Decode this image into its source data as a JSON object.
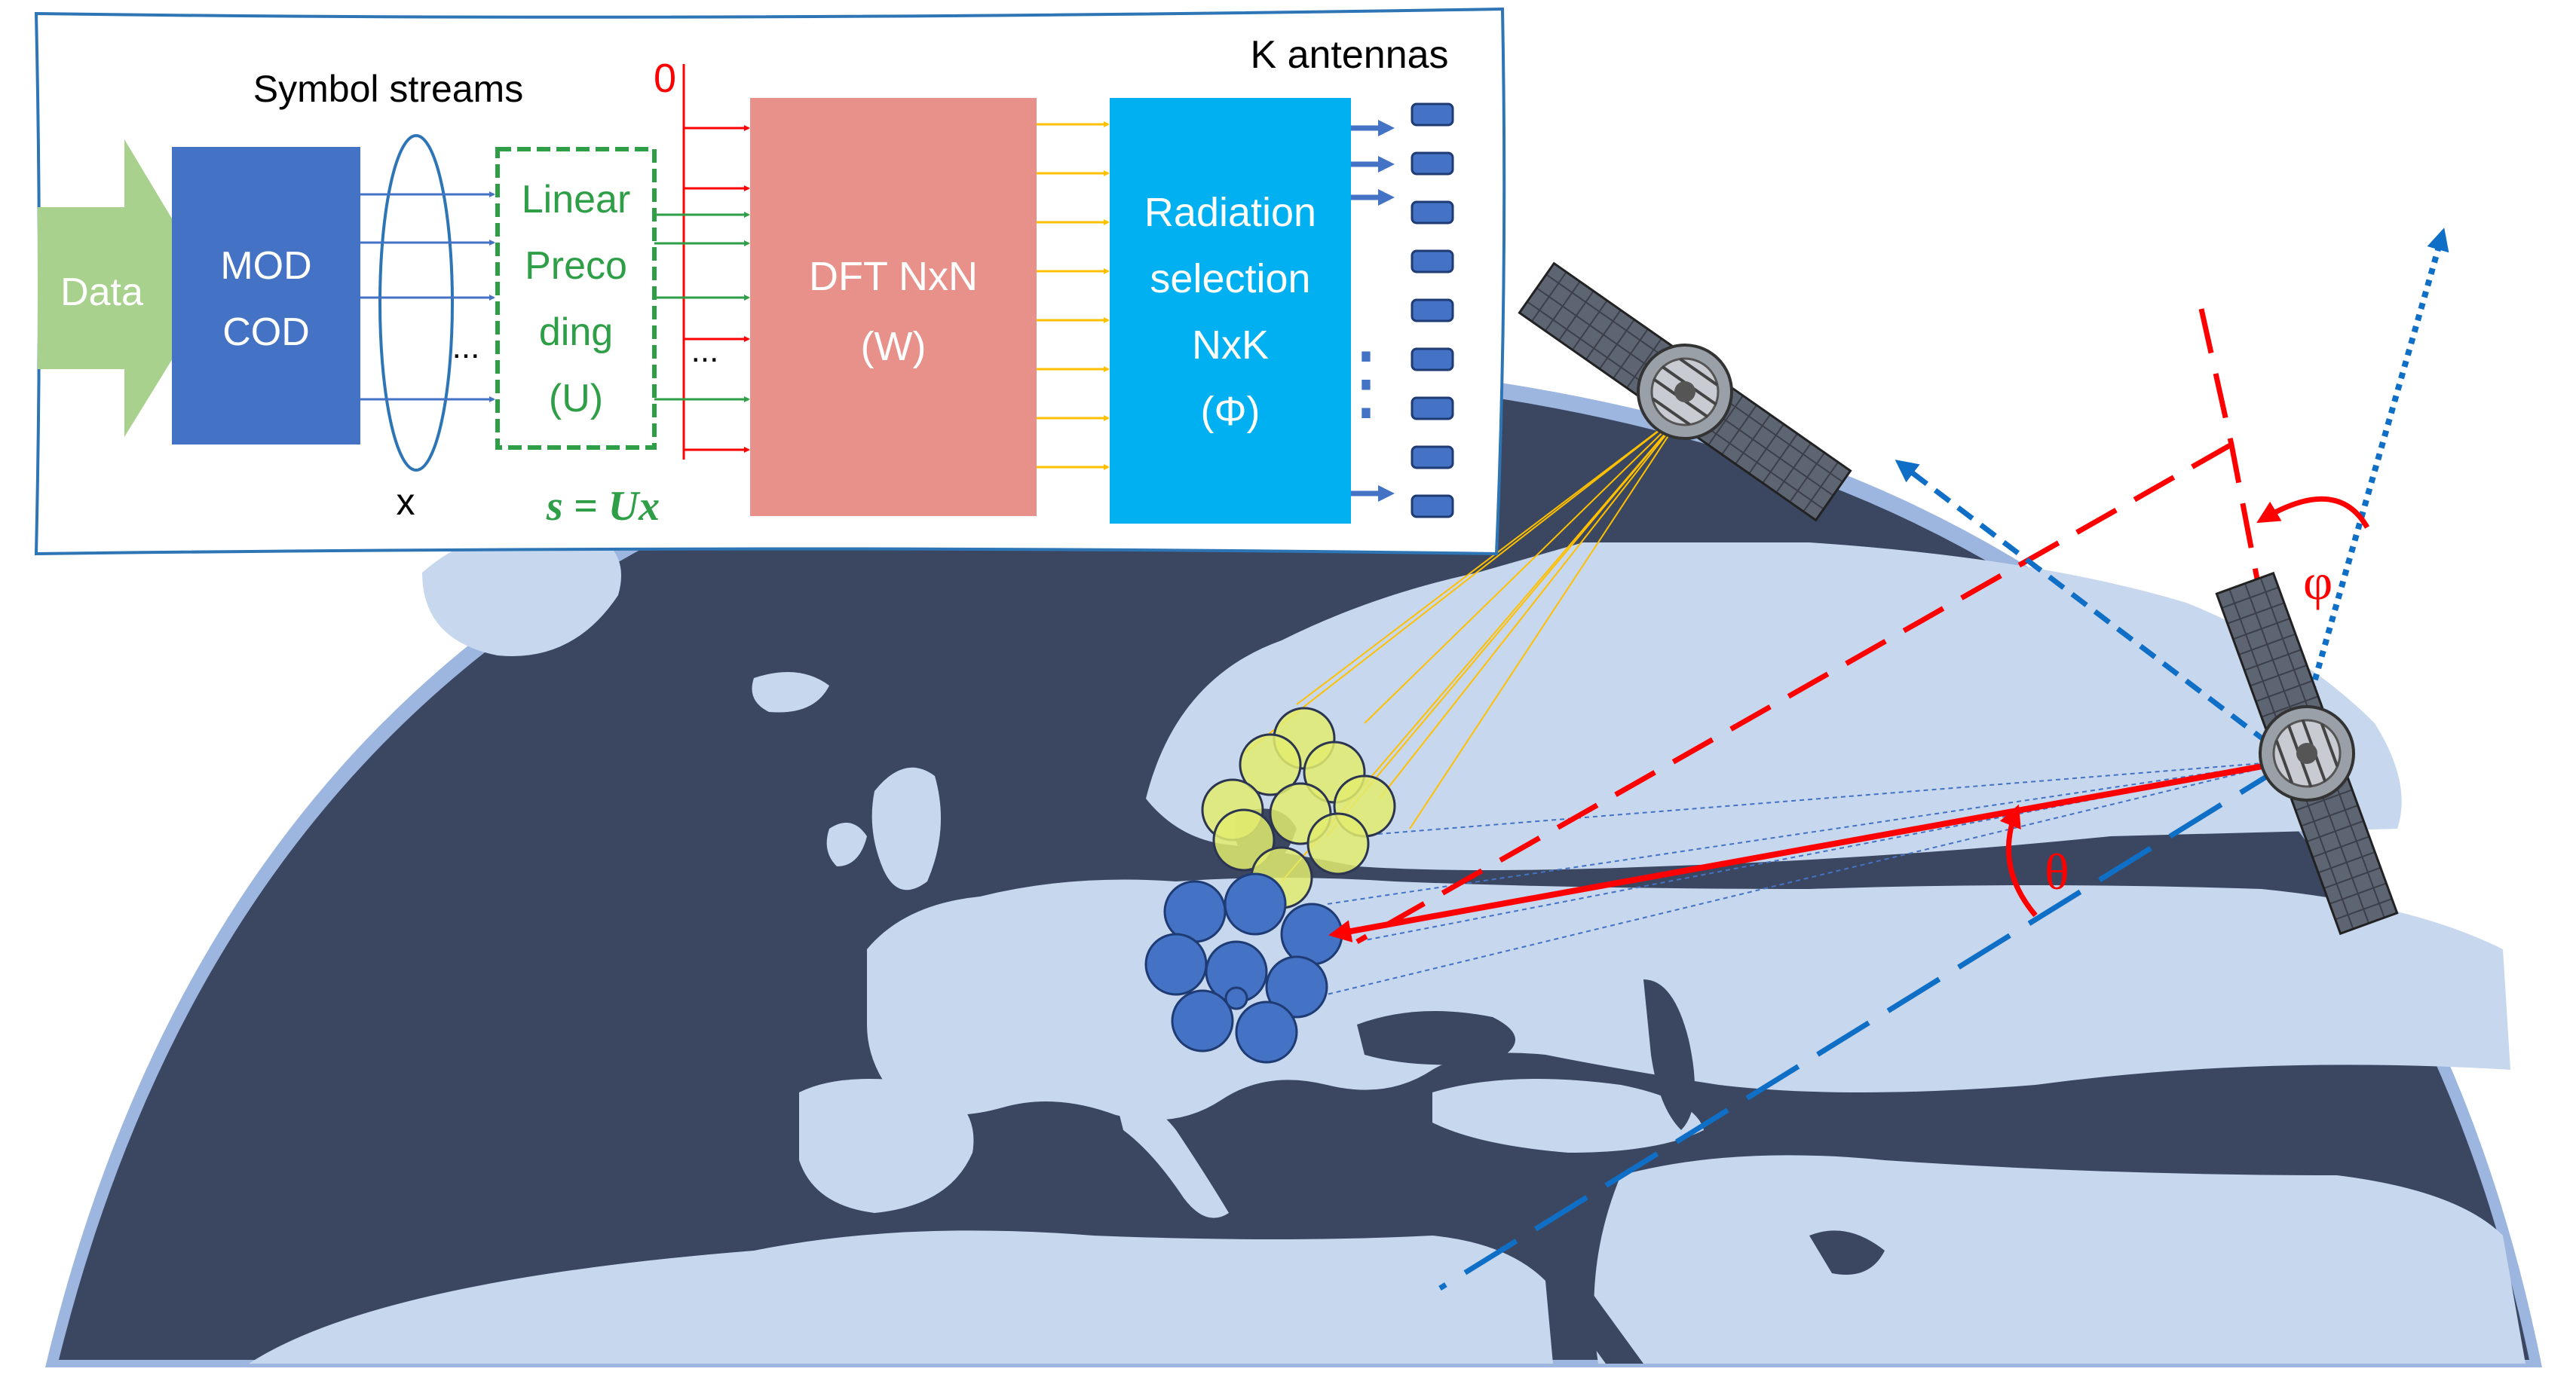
{
  "block_diagram": {
    "data_label": "Data",
    "mod_cod_line1": "MOD",
    "mod_cod_line2": "COD",
    "symbol_streams_label": "Symbol streams",
    "x_label": "x",
    "ellipsis_1": "...",
    "ellipsis_2": "...",
    "precoding_line1": "Linear",
    "precoding_line2": "Preco",
    "precoding_line3": "ding",
    "precoding_line4": "(U)",
    "zero_label": "0",
    "equation": "s = Ux",
    "dft_line1": "DFT NxN",
    "dft_line2": "(W)",
    "radiation_line1": "Radiation",
    "radiation_line2": "selection",
    "radiation_line3": "NxK",
    "radiation_line4": "(Φ)",
    "antennas_label": "K antennas",
    "vertical_dots": "⋮"
  },
  "angles": {
    "theta": "θ",
    "phi": "φ"
  },
  "colors": {
    "ocean": "#3b4761",
    "land": "#c6d7ee",
    "globe_glow": "#8aa9da",
    "data_arrow": "#a9d18e",
    "mod_cod_box": "#4472c4",
    "precoding": "#2e9e47",
    "dft_box": "#e8918a",
    "radiation_box": "#00b0f0",
    "antenna": "#4472c4",
    "red_ray": "#ff0000",
    "blue_ray": "#0f6fc6",
    "beam_yellow": "#e3ec6e",
    "beam_blue": "#4472c4",
    "feed_yellow": "#ffc000"
  },
  "icons": [
    "satellite-icon",
    "satellite-icon"
  ]
}
